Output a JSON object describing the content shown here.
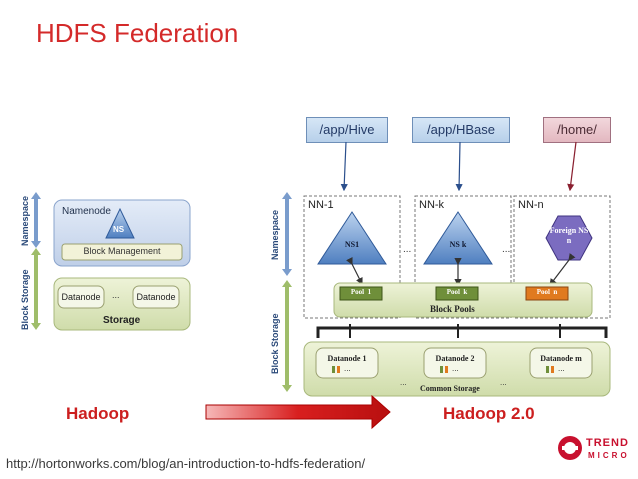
{
  "title": "HDFS Federation",
  "paths": [
    "/app/Hive",
    "/app/HBase",
    "/home/"
  ],
  "left_diagram": {
    "namespace_label": "Namespace",
    "block_storage_label": "Block Storage",
    "namenode": "Namenode",
    "ns": "NS",
    "block_management": "Block Management",
    "datanode_1": "Datanode",
    "ellipsis": "...",
    "datanode_2": "Datanode",
    "storage": "Storage"
  },
  "right_diagram": {
    "namespace_label": "Namespace",
    "block_storage_label": "Block Storage",
    "nn_labels": [
      "NN-1",
      "NN-k",
      "NN-n"
    ],
    "ns_labels": [
      "NS1",
      "NS k",
      "Foreign NS n"
    ],
    "pools": [
      "Pool  1",
      "Pool  k",
      "Pool  n"
    ],
    "block_pools": "Block Pools",
    "datanodes": [
      "Datanode 1",
      "Datanode 2",
      "Datanode m"
    ],
    "common_storage": "Common Storage",
    "ellipsis": "..."
  },
  "hadoop_label": "Hadoop",
  "hadoop2_label": "Hadoop 2.0",
  "url": "http://hortonworks.com/blog/an-introduction-to-hdfs-federation/",
  "logo": {
    "line1": "TREND",
    "line2": "MICRO"
  },
  "colors": {
    "title": "#d42a2a",
    "accent_red": "#cc1f1f",
    "pool_green": "#6f8f3a",
    "pool_orange": "#e07a1f",
    "ns_blue": "#3d6fb3",
    "foreign_purple": "#5e4fa0"
  }
}
